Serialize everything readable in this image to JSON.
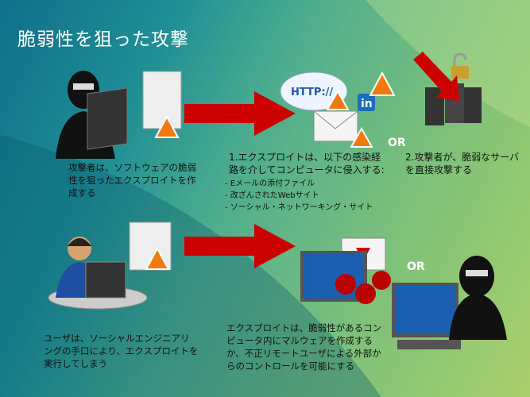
{
  "title": "脆弱性を狙った攻撃",
  "or_label": "OR",
  "http_label": "HTTP://",
  "linkedin_label": "in",
  "steps": {
    "attacker_creates": "攻撃者は、ソフトウェアの脆弱性を狙ったエクスプロイトを作成する",
    "exploit_infiltrates": "1.エクスプロイトは、以下の感染経路を介してコンピュータに侵入する:",
    "vectors": [
      "- Eメールの添付ファイル",
      "- 改ざんされたWebサイト",
      "- ソーシャル・ネットワーキング・サイト"
    ],
    "attacker_direct": "2.攻撃者が、脆弱なサーバを直接攻撃する",
    "user_executes": "ユーザは、ソーシャルエンジニアリングの手口により、エクスプロイトを実行してしまう",
    "exploit_result": "エクスプロイトは、脆弱性があるコンピュータ内にマルウェアを作成するか、不正リモートユーザによる外部からのコントロールを可能にする"
  },
  "colors": {
    "arrow": "#cc0000",
    "warning": "#f07a10"
  }
}
